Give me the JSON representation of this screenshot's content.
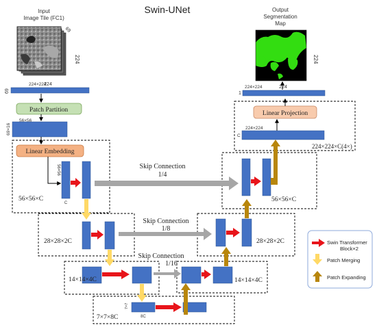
{
  "title": "Swin-UNet",
  "input": {
    "caption_line1": "Input",
    "caption_line2": "Image Tile (FC1)",
    "side_dim": "224",
    "top_channel": "69",
    "bar_size": "224×224",
    "bar_width": "224",
    "bar_channel": "69"
  },
  "patch_partition": {
    "label": "Patch Partition",
    "size": "56×56",
    "channel": "69×16"
  },
  "linear_embedding": {
    "label": "Linear Embedding"
  },
  "encoder": {
    "stage1": {
      "label": "56×56×C",
      "size_tag": "56×56",
      "channel_tag": "C"
    },
    "stage2": {
      "label": "28×28×2C"
    },
    "stage3": {
      "label": "14×14×4C"
    },
    "bottleneck": {
      "label": "7×7×8C",
      "size_tag": "7×7",
      "channel_tag": "8C"
    }
  },
  "skips": [
    {
      "label": "Skip Connection",
      "ratio": "1/4"
    },
    {
      "label": "Skip Connection",
      "ratio": "1/8"
    },
    {
      "label": "Skip Connection",
      "ratio": "1/16"
    }
  ],
  "decoder": {
    "stage1": {
      "label": "56×56×C"
    },
    "stage2": {
      "label": "28×28×2C"
    },
    "stage3": {
      "label": "14×14×4C"
    }
  },
  "projection": {
    "label": "Linear Projection",
    "box_label": "224×224×C(4×)",
    "upper_size": "224×224",
    "lower_size": "224×224",
    "channel": "C"
  },
  "output": {
    "caption_line1": "Output",
    "caption_line2": "Segmentation",
    "caption_line3": "Map",
    "side_dim": "224",
    "bar_size": "224×224",
    "bar_width": "224",
    "bar_channel": "1"
  },
  "legend": {
    "swin": "Swin Transformer",
    "swin2": "Block×2",
    "merge": "Patch Merging",
    "expand": "Patch Expanding"
  },
  "colors": {
    "block": "#4472c4",
    "block_edge": "#2f528f",
    "swin_arrow": "#e8141a",
    "merge_arrow": "#ffd966",
    "expand_arrow": "#b8860b",
    "skip_arrow": "#a6a6a6",
    "patch_partition": "#c5e0b4",
    "linear_embedding": "#f4b183",
    "linear_projection": "#f8cbad",
    "seg_fg": "#33dd11"
  }
}
